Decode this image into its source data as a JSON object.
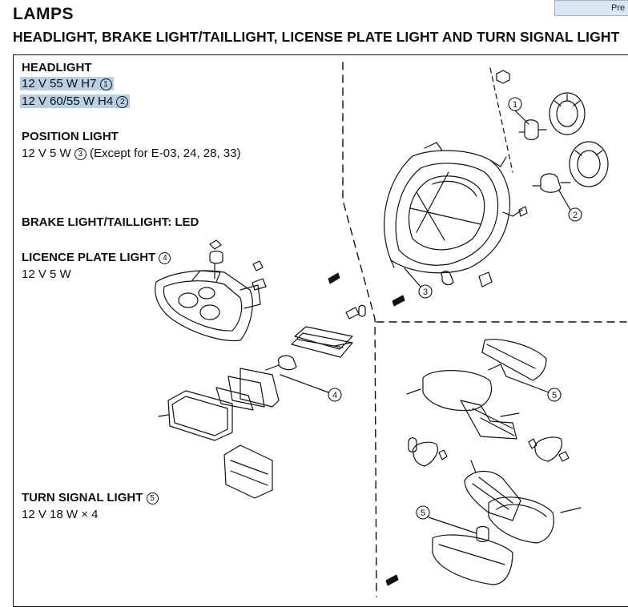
{
  "title": "LAMPS",
  "subtitle": "HEADLIGHT, BRAKE LIGHT/TAILLIGHT, LICENSE PLATE LIGHT AND TURN SIGNAL LIGHT",
  "corner_button": "Pre",
  "headlight": {
    "heading": "HEADLIGHT",
    "line1": "12 V 55 W H7",
    "line1_ref": "1",
    "line2": "12 V 60/55 W H4",
    "line2_ref": "2"
  },
  "position_light": {
    "heading": "POSITION LIGHT",
    "spec": "12 V 5 W",
    "ref": "3",
    "note": "(Except for E-03, 24, 28, 33)"
  },
  "brake_light": {
    "heading": "BRAKE LIGHT/TAILLIGHT: LED"
  },
  "licence_light": {
    "heading": "LICENCE PLATE LIGHT",
    "ref": "4",
    "spec": "12 V 5 W"
  },
  "turn_signal": {
    "heading": "TURN SIGNAL LIGHT",
    "ref": "5",
    "spec": "12 V 18 W × 4"
  },
  "callouts": [
    "1",
    "2",
    "3",
    "4",
    "5",
    "5"
  ]
}
